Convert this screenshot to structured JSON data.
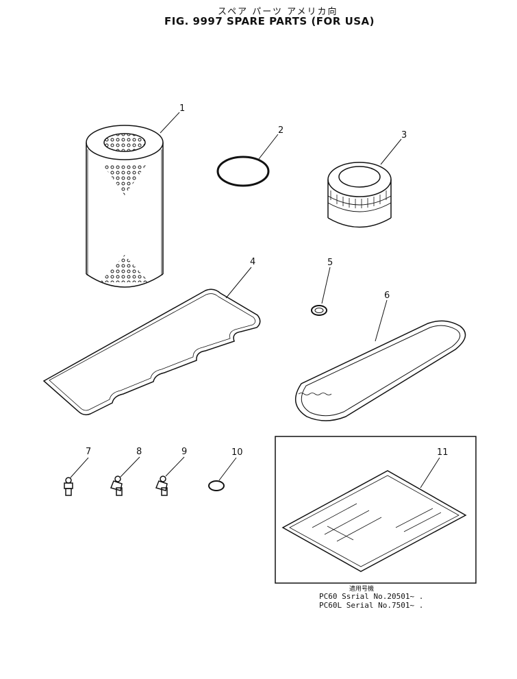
{
  "title": {
    "japanese": "スペア パーツ アメリカ向",
    "english": "FIG. 9997  SPARE PARTS  (FOR USA)"
  },
  "callouts": [
    "1",
    "2",
    "3",
    "4",
    "5",
    "6",
    "7",
    "8",
    "9",
    "10",
    "11"
  ],
  "applicability": {
    "heading": "適用号機",
    "lines": [
      "PC60   Ssrial No.20501~ .",
      "PC60L  Serial No.7501~ ."
    ]
  }
}
